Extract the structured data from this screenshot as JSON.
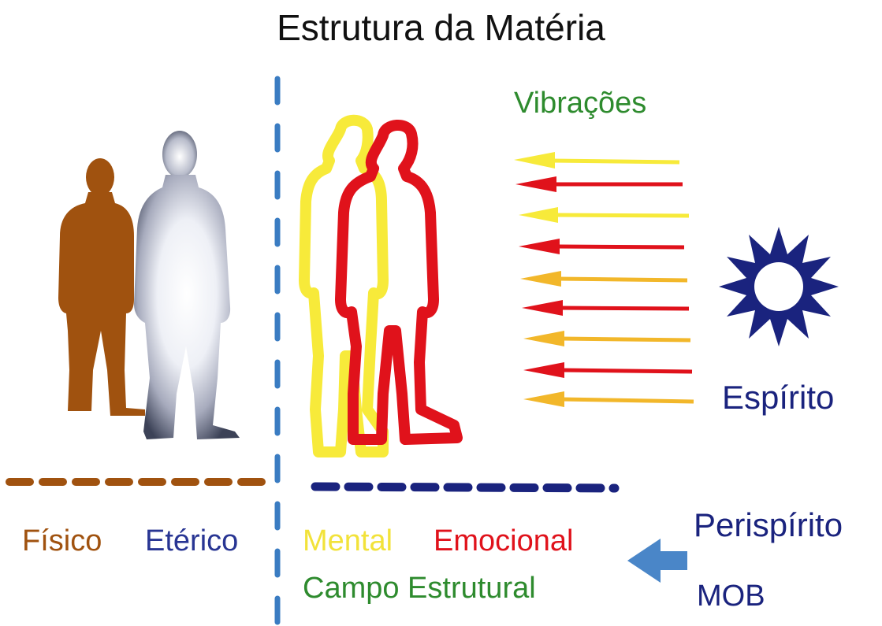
{
  "title": "Estrutura da Matéria",
  "labels": {
    "vibracoes": "Vibrações",
    "espirito": "Espírito",
    "fisico": "Físico",
    "eterico": "Etérico",
    "mental": "Mental",
    "emocional": "Emocional",
    "campo_estrutural": "Campo Estrutural",
    "perispirito": "Perispírito",
    "mob": "MOB"
  },
  "colors": {
    "title": "#111111",
    "vibracoes": "#2e8b2e",
    "espirito": "#1a237e",
    "fisico": "#a0520f",
    "eterico": "#283593",
    "mental": "#f2e23a",
    "emocional": "#e0121b",
    "campo_estrutural": "#2e8b2e",
    "perispirito": "#1a237e",
    "mob": "#1a237e",
    "divider_vertical": "#3a7cc2",
    "divider_left": "#a0520f",
    "divider_right": "#1a237e",
    "arrow_mob": "#4a86c8",
    "sun": "#1a237e",
    "arrow_yellow": "#f7ea3a",
    "arrow_orange": "#f2b72a",
    "arrow_red": "#e0121b"
  },
  "figures": [
    {
      "name": "figure-fisico",
      "style": "solid-brown"
    },
    {
      "name": "figure-eterico",
      "style": "glowing-grey"
    },
    {
      "name": "figure-mental",
      "style": "yellow-outline"
    },
    {
      "name": "figure-emocional",
      "style": "red-outline"
    }
  ],
  "icons": {
    "sun": "sun-icon",
    "mob_arrow": "left-arrow-icon",
    "vibration_arrows": "vibration-arrow-icon"
  },
  "vibration_arrow_colors": [
    "yellow",
    "red",
    "yellow",
    "red",
    "orange",
    "red",
    "orange",
    "red",
    "orange"
  ]
}
